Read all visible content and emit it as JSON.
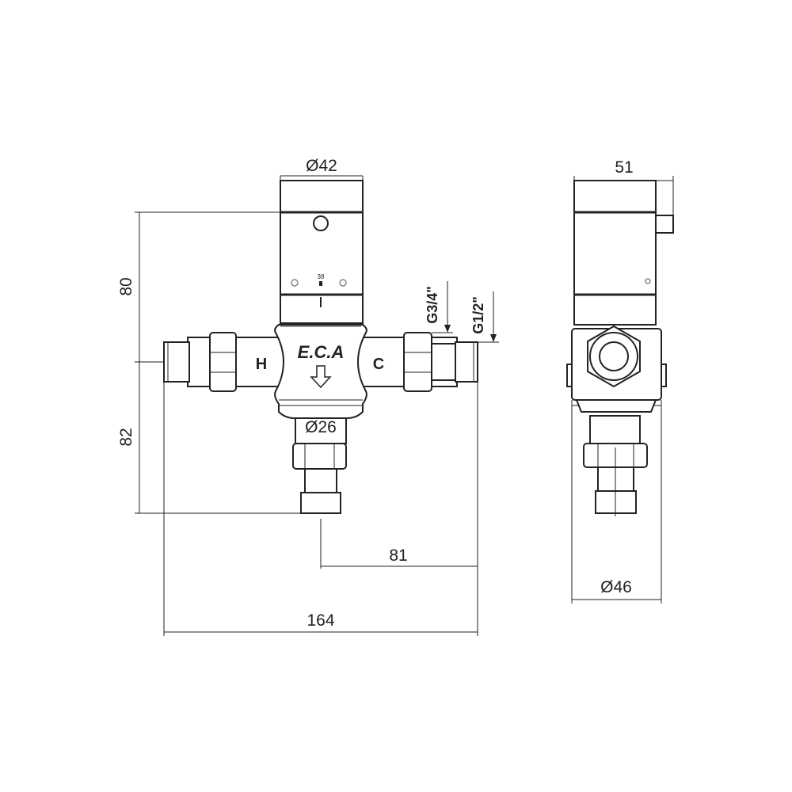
{
  "dimensions": {
    "cap_diameter": "Ø42",
    "height_top": "80",
    "height_bottom": "82",
    "outlet_diameter": "Ø26",
    "outlet_offset": "81",
    "total_width": "164",
    "side_depth": "51",
    "side_diameter": "Ø46",
    "thread_inner": "G3/4\"",
    "thread_outer": "G1/2\""
  },
  "labels": {
    "hot": "H",
    "cold": "C",
    "brand": "E.C.A",
    "temperature": "38"
  }
}
